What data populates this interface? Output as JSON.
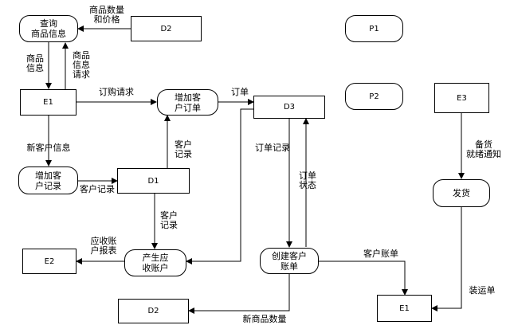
{
  "nodes": {
    "query_product": "查询\n商品信息",
    "add_order": "增加客\n户订单",
    "add_record": "增加客\n户记录",
    "receivable": "产生应\n收账户",
    "create_bill": "创建客户\n账单",
    "ship": "发货",
    "p1": "P1",
    "p2": "P2",
    "d2_top": "D2",
    "d2_bottom": "D2",
    "d1": "D1",
    "d3": "D3",
    "e1_top": "E1",
    "e1_bottom": "E1",
    "e2": "E2",
    "e3": "E3"
  },
  "labels": {
    "qty_price": "商品数量\n和价格",
    "product_info": "商品\n信息",
    "product_info_request": "商品\n信息\n请求",
    "order_request": "订购请求",
    "order": "订单",
    "new_customer_info": "新客户信息",
    "customer_record_1": "客户记录",
    "customer_record_2": "客户\n记录",
    "customer_record_3": "客户\n记录",
    "order_record": "订单记录",
    "order_status": "订单\n状态",
    "ready_notice": "备货\n就绪通知",
    "receivable_report": "应收账\n户报表",
    "customer_bill": "客户账单",
    "shipping_note": "装运单",
    "new_product_qty": "新商品数量"
  }
}
